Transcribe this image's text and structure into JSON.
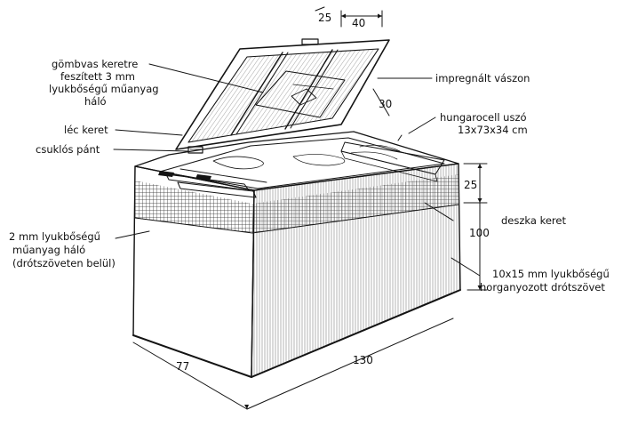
{
  "colors": {
    "ink": "#141414",
    "paper": "#ffffff",
    "wood": "#ffffff"
  },
  "labels": {
    "net3mm_line1": "gömbvas keretre",
    "net3mm_line2": "feszített 3 mm",
    "net3mm_line3": "lyukbőségű műanyag",
    "net3mm_line4": "háló",
    "canvas": "impregnált vászon",
    "lath_frame": "léc keret",
    "float_line1": "hungarocell uszó",
    "float_line2": "13x73x34 cm",
    "hinge": "csuklós pánt",
    "board_frame": "deszka keret",
    "net2mm_line1": "2 mm lyukbőségű",
    "net2mm_line2": "műanyag háló",
    "net2mm_line3": "(drótszöveten belül)",
    "wire_line1": "10x15 mm lyukbőségű",
    "wire_line2": "horganyozott drótszövet"
  },
  "dimensions": {
    "d25_top": "25",
    "d40_top": "40",
    "d30": "30",
    "d25_side": "25",
    "d100": "100",
    "d77": "77",
    "d130": "130"
  }
}
